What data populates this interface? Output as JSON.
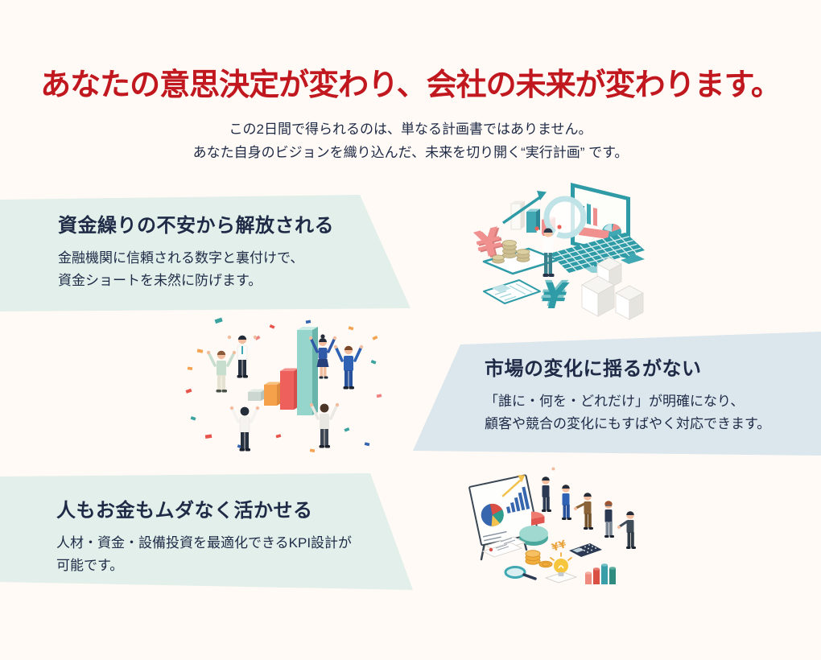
{
  "hero": {
    "title": "あなたの意思決定が変わり、会社の未来が変わります。",
    "subtext_line1": "この2日間で得られるのは、単なる計画書ではありません。",
    "subtext_line2": "あなた自身のビジョンを織り込んだ、未来を切り開く“実行計画” です。"
  },
  "benefits": [
    {
      "title": "資金繰りの不安から解放される",
      "body_line1": "金融機関に信頼される数字と裏付けで、",
      "body_line2": "資金ショートを未然に防げます。",
      "illustration_icon": "isometric-data-analysis-desk"
    },
    {
      "title": "市場の変化に揺るがない",
      "body_line1": "「誰に・何を・どれだけ」が明確になり、",
      "body_line2": "顧客や競合の変化にもすばやく対応できます。",
      "illustration_icon": "isometric-team-celebration-bar-chart"
    },
    {
      "title": "人もお金もムダなく活かせる",
      "body_line1": "人材・資金・設備投資を最適化できるKPI設計が",
      "body_line2": "可能です。",
      "illustration_icon": "isometric-business-presentation"
    }
  ],
  "colors": {
    "background": "#FFFAF5",
    "heading_red": "#C1181F",
    "text_navy": "#1E2A46",
    "panel_mint": "#E2EFEA",
    "panel_blue": "#DBE6ED",
    "illustration_teal": "#2E9BA6",
    "illustration_salmon": "#F0918F",
    "illustration_coral": "#ED605C",
    "illustration_orange": "#F5A352",
    "illustration_blue": "#2F62B5",
    "illustration_gold": "#F2AE3C"
  }
}
